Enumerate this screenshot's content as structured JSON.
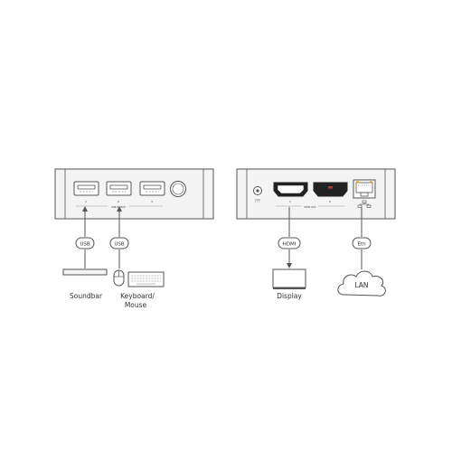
{
  "colors": {
    "stroke": "#555555",
    "device_fill": "#f4f4f4",
    "port_fill": "#ffffff",
    "hdmi_dark": "#222222",
    "accent_red": "#c0392b"
  },
  "front_panel": {
    "usb_port_numbers": [
      "1",
      "2",
      "3"
    ],
    "group_label": "USB DEVICE",
    "icons": [
      "usb-port-icon",
      "power-button-icon"
    ]
  },
  "rear_panel": {
    "hdmi_port_numbers": [
      "1",
      "2"
    ],
    "group_label": "HDMI OUT",
    "icons": [
      "dc-in-icon",
      "hdmi-port-icon",
      "ethernet-port-icon",
      "network-icon"
    ]
  },
  "connectors": [
    {
      "label": "USB"
    },
    {
      "label": "USB"
    },
    {
      "label": "HDMI"
    },
    {
      "label": "Eth"
    }
  ],
  "devices": {
    "soundbar": "Soundbar",
    "keyboard_mouse_line1": "Keyboard/",
    "keyboard_mouse_line2": "Mouse",
    "display": "Display",
    "lan": "LAN"
  }
}
